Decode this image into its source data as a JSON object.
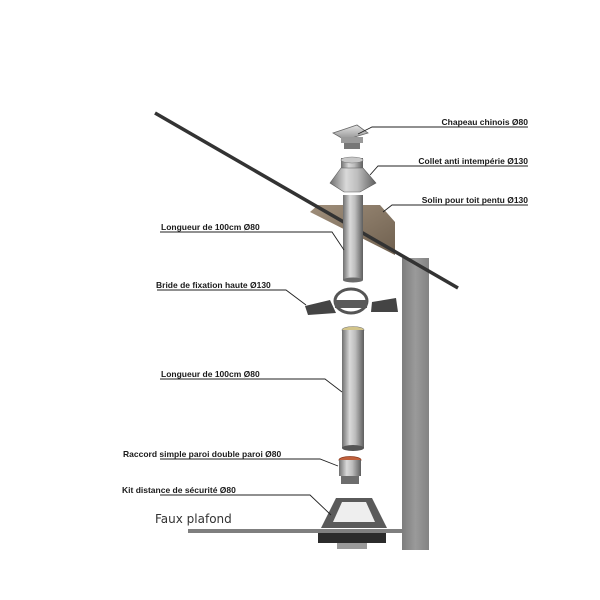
{
  "colors": {
    "leader": "#222222",
    "roof": "#333333",
    "wall": "#8d8d8d",
    "steel": "#b5b5b5",
    "flashing": "#8b7a66",
    "copper": "#c0603c"
  },
  "labels": {
    "chapeau": "Chapeau chinois Ø80",
    "collet": "Collet anti intempérie Ø130",
    "solin": "Solin pour toit pentu Ø130",
    "longueur_top": "Longueur de 100cm Ø80",
    "bride": "Bride de fixation haute Ø130",
    "longueur_mid": "Longueur de 100cm Ø80",
    "raccord": "Raccord simple paroi double paroi Ø80",
    "kit": "Kit distance de sécurité Ø80",
    "faux_plafond": "Faux plafond"
  }
}
